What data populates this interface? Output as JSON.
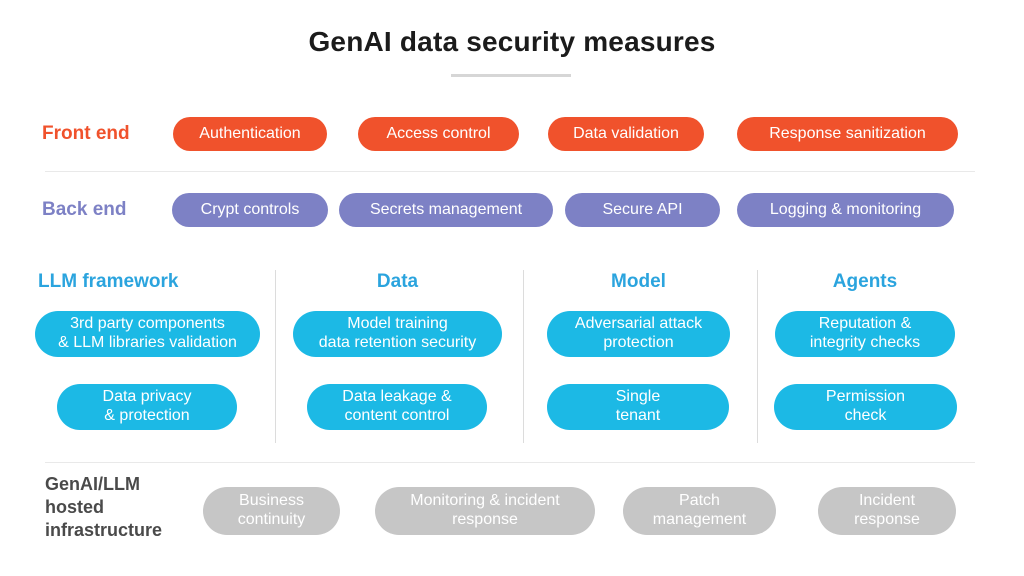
{
  "title": "GenAI data security measures",
  "colors": {
    "orange": "#f0522c",
    "purple": "#7d81c5",
    "cyan": "#1cb9e5",
    "header_cyan": "#2ba4de",
    "gray": "#c6c6c6",
    "divider": "#d6d6d6"
  },
  "front_end": {
    "label": "Front end",
    "pills": [
      "Authentication",
      "Access control",
      "Data validation",
      "Response sanitization"
    ]
  },
  "back_end": {
    "label": "Back end",
    "pills": [
      "Crypt controls",
      "Secrets management",
      "Secure API",
      "Logging & monitoring"
    ]
  },
  "columns": [
    {
      "header": "LLM framework",
      "pills": [
        "3rd party components\n& LLM libraries validation",
        "Data privacy\n& protection"
      ]
    },
    {
      "header": "Data",
      "pills": [
        "Model training\ndata retention security",
        "Data leakage &\ncontent control"
      ]
    },
    {
      "header": "Model",
      "pills": [
        "Adversarial attack\nprotection",
        "Single\ntenant"
      ]
    },
    {
      "header": "Agents",
      "pills": [
        "Reputation &\nintegrity checks",
        "Permission\ncheck"
      ]
    }
  ],
  "infrastructure": {
    "label": "GenAI/LLM\nhosted\ninfrastructure",
    "pills": [
      "Business\ncontinuity",
      "Monitoring & incident\nresponse",
      "Patch\nmanagement",
      "Incident\nresponse"
    ]
  }
}
